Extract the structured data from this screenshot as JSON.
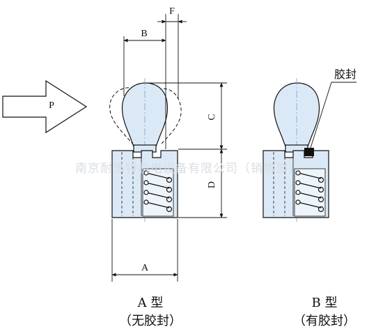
{
  "labels": {
    "dim_a": "A",
    "dim_b": "B",
    "dim_c": "C",
    "dim_d": "D",
    "dim_f": "F",
    "arrow_p": "P",
    "seal_callout": "胶封",
    "type_a_name": "A 型",
    "type_a_desc": "（无胶封）",
    "type_b_name": "B 型",
    "type_b_desc": "（有胶封）"
  },
  "watermark": "南京耐思特机电设备有限公司（销售部）",
  "colors": {
    "line": "#111111",
    "body_fill": "#dbe9f7",
    "seal": "#111111",
    "watermark": "#d9dde2"
  }
}
